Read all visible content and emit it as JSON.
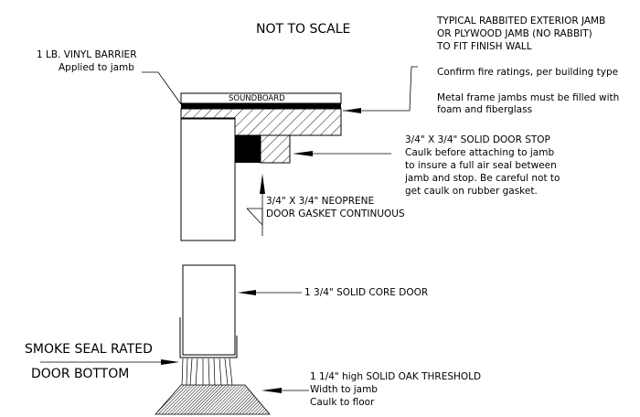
{
  "diagram": {
    "title": "NOT TO SCALE",
    "components": {
      "soundboard": "SOUNDBOARD"
    },
    "callouts": {
      "vinyl_barrier": [
        "1 LB. VINYL BARRIER",
        "Applied to jamb"
      ],
      "jamb": [
        "TYPICAL RABBITED EXTERIOR  JAMB",
        "OR PLYWOOD JAMB (NO RABBIT)",
        "TO FIT FINISH WALL"
      ],
      "fire_rating": "Confirm fire ratings, per building type",
      "metal_frame": [
        "Metal frame jambs must be filled with",
        "foam and fiberglass"
      ],
      "door_stop": [
        "3/4\" X 3/4\" SOLID DOOR STOP",
        "Caulk before attaching to jamb",
        "to insure a full air seal between",
        "jamb and stop.  Be careful not to",
        "get caulk on rubber gasket."
      ],
      "neoprene_gasket": [
        "3/4\" X 3/4\" NEOPRENE",
        "DOOR GASKET CONTINUOUS"
      ],
      "solid_core_door": "1 3/4\" SOLID CORE DOOR",
      "smoke_seal": [
        "SMOKE SEAL RATED",
        "DOOR BOTTOM"
      ],
      "threshold": [
        "1 1/4\" high SOLID OAK THRESHOLD",
        "Width to jamb",
        "Caulk to floor"
      ]
    }
  }
}
